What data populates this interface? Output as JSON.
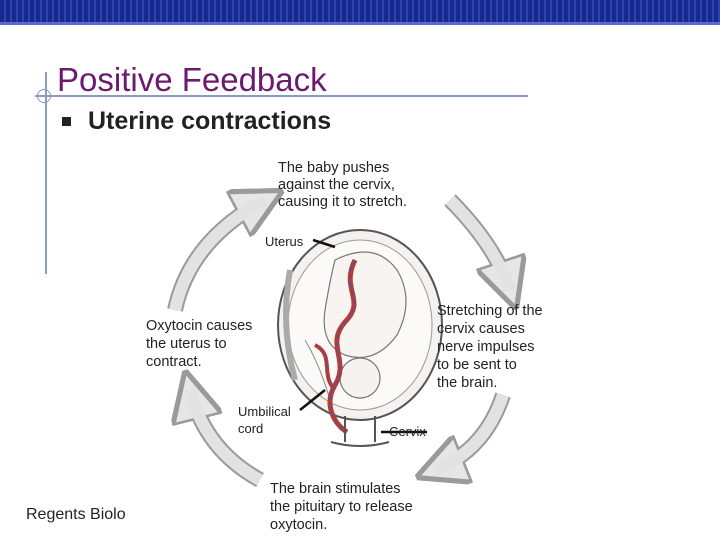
{
  "slide": {
    "title": "Positive Feedback",
    "bullet": "Uterine contractions",
    "footer": "Regents Biolo"
  },
  "diagram": {
    "step_top": [
      "The baby pushes",
      "against the cervix,",
      "causing it to stretch."
    ],
    "step_right": [
      "Stretching of the",
      "cervix causes",
      "nerve impulses",
      "to be sent to",
      "the brain."
    ],
    "step_bottom": [
      "The brain stimulates",
      "the pituitary to release",
      "oxytocin."
    ],
    "step_left": [
      "Oxytocin causes",
      "the uterus to",
      "contract."
    ],
    "label_uterus": "Uterus",
    "label_umbilical": [
      "Umbilical",
      "cord"
    ],
    "label_cervix": "Cervix"
  },
  "colors": {
    "bar": "#1a2a8c",
    "title": "#6a1b6f",
    "arrow": "#bdbdbd",
    "cord_red": "#c0392b",
    "cord_blue": "#3a5fb0"
  }
}
